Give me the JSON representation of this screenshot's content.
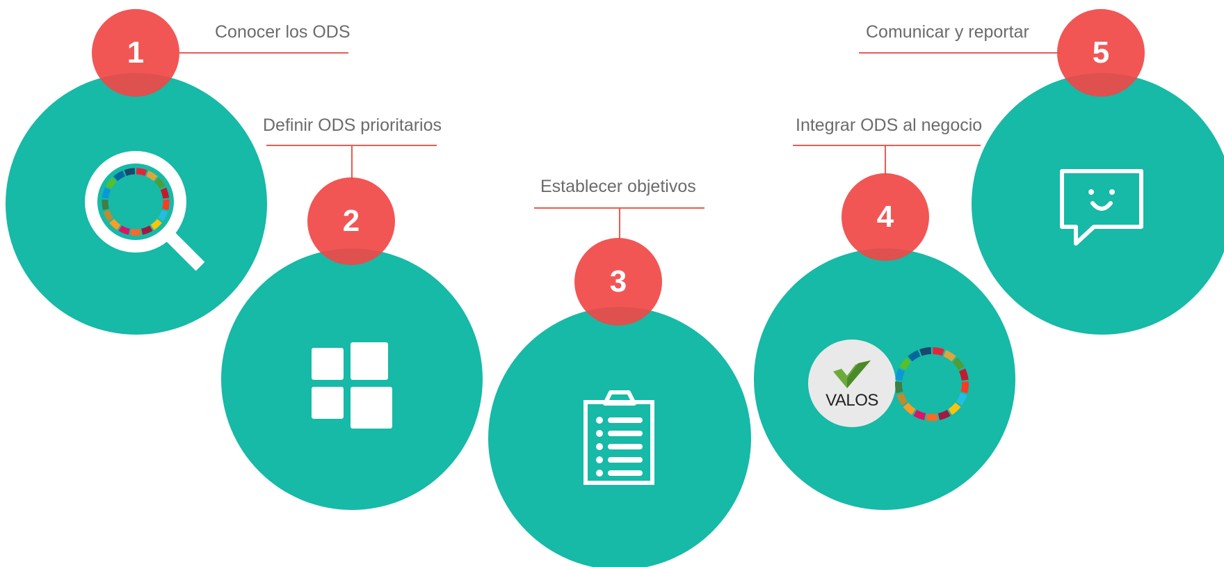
{
  "steps": [
    {
      "number": "1",
      "label": "Conocer los ODS",
      "icon": "magnifier-sdg-icon"
    },
    {
      "number": "2",
      "label": "Definir ODS prioritarios",
      "icon": "grid-icon"
    },
    {
      "number": "3",
      "label": "Establecer objetivos",
      "icon": "clipboard-icon"
    },
    {
      "number": "4",
      "label": "Integrar ODS al negocio",
      "icon": "valos-sdg-icon"
    },
    {
      "number": "5",
      "label": "Comunicar y reportar",
      "icon": "chat-smile-icon"
    }
  ],
  "logo": {
    "text": "VALOS"
  },
  "colors": {
    "teal": "#17b9a7",
    "red": "#f04846",
    "line": "#ec5a4f",
    "label": "#6b6b6b",
    "sdg_ring": [
      "#e5243b",
      "#dda63a",
      "#4c9f38",
      "#c5192d",
      "#ff3a21",
      "#26bde2",
      "#fcc30b",
      "#a21942",
      "#fd6925",
      "#dd1367",
      "#fd9d24",
      "#bf8b2e",
      "#3f7e44",
      "#0a97d9",
      "#56c02b",
      "#00689d",
      "#19486a"
    ]
  }
}
